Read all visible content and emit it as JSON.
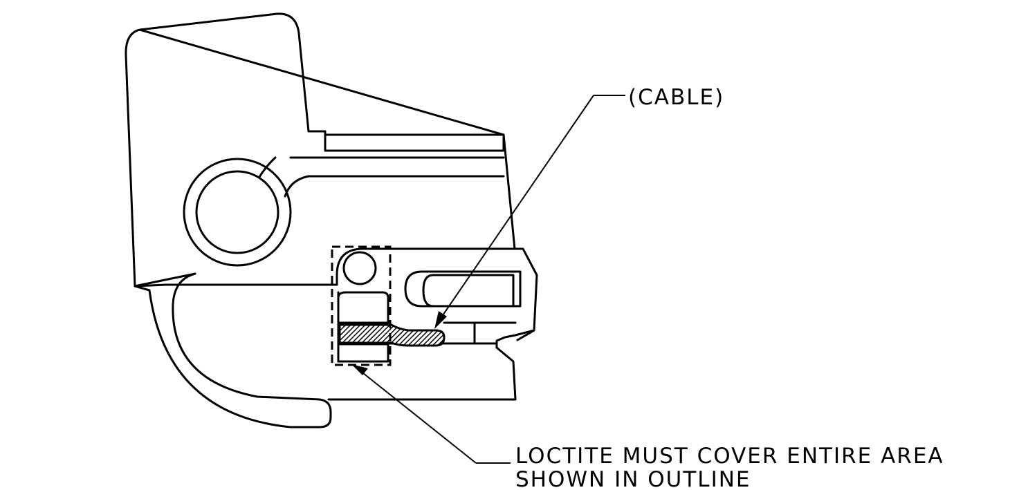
{
  "drawing": {
    "line_color": "#000000",
    "background_color": "#ffffff",
    "cable_label": "(CABLE)",
    "note_line1": "LOCTITE MUST COVER ENTIRE AREA",
    "note_line2": "SHOWN IN OUTLINE"
  }
}
